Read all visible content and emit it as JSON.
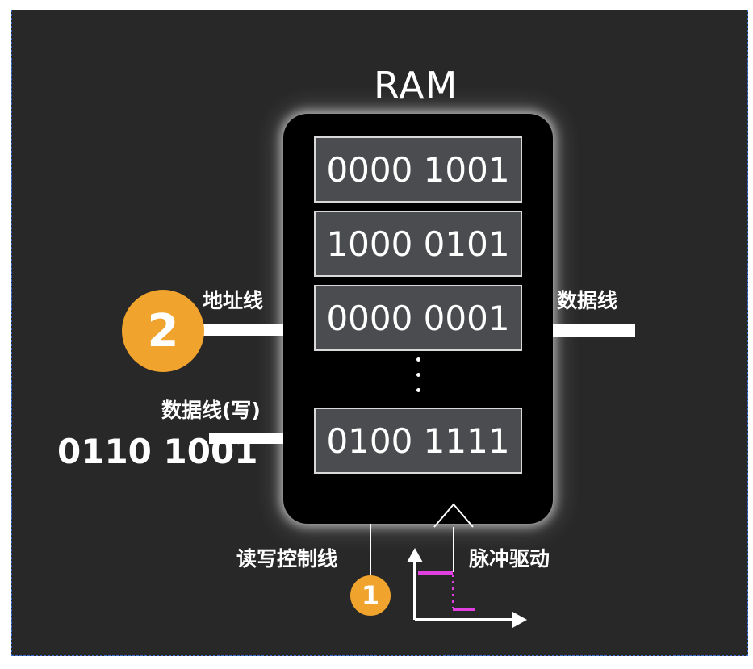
{
  "title": "RAM",
  "cells": [
    "0000 1001",
    "1000 0101",
    "0000 0001",
    "0100 1111"
  ],
  "labels": {
    "address_line": "地址线",
    "data_line": "数据线",
    "data_line_write": "数据线(写)",
    "rw_control_line": "读写控制线",
    "pulse_drive": "脉冲驱动"
  },
  "write_value": "0110 1001",
  "badges": {
    "address": "2",
    "control": "1"
  },
  "colors": {
    "badge": "#f0a32d",
    "pulse": "#e040e0",
    "background": "#282828"
  }
}
